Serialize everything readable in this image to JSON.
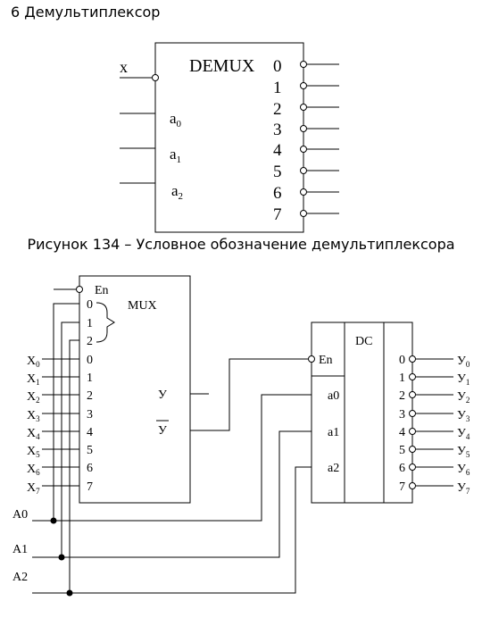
{
  "heading": "6 Демультиплексор",
  "figure1": {
    "block_title": "DEMUX",
    "input_x": "x",
    "address_inputs": [
      {
        "base": "a",
        "sub": "0"
      },
      {
        "base": "a",
        "sub": "1"
      },
      {
        "base": "a",
        "sub": "2"
      }
    ],
    "outputs": [
      "0",
      "1",
      "2",
      "3",
      "4",
      "5",
      "6",
      "7"
    ]
  },
  "caption": "Рисунок  134 – Условное обозначение демультиплексора",
  "figure2": {
    "mux": {
      "title": "MUX",
      "enable": "En",
      "address_pins": [
        "0",
        "1",
        "2"
      ],
      "data_pins": [
        "0",
        "1",
        "2",
        "3",
        "4",
        "5",
        "6",
        "7"
      ],
      "output": "У",
      "output_inverted": "У"
    },
    "inputs": [
      {
        "base": "X",
        "sub": "0"
      },
      {
        "base": "X",
        "sub": "1"
      },
      {
        "base": "X",
        "sub": "2"
      },
      {
        "base": "X",
        "sub": "3"
      },
      {
        "base": "X",
        "sub": "4"
      },
      {
        "base": "X",
        "sub": "5"
      },
      {
        "base": "X",
        "sub": "6"
      },
      {
        "base": "X",
        "sub": "7"
      }
    ],
    "address_lines": [
      "A0",
      "A1",
      "A2"
    ],
    "dc": {
      "title": "DC",
      "enable": "En",
      "inputs": [
        "a0",
        "a1",
        "a2"
      ],
      "output_pins": [
        "0",
        "1",
        "2",
        "3",
        "4",
        "5",
        "6",
        "7"
      ]
    },
    "outputs": [
      {
        "base": "У",
        "sub": "0"
      },
      {
        "base": "У",
        "sub": "1"
      },
      {
        "base": "У",
        "sub": "2"
      },
      {
        "base": "У",
        "sub": "3"
      },
      {
        "base": "У",
        "sub": "4"
      },
      {
        "base": "У",
        "sub": "5"
      },
      {
        "base": "У",
        "sub": "6"
      },
      {
        "base": "У",
        "sub": "7"
      }
    ]
  }
}
